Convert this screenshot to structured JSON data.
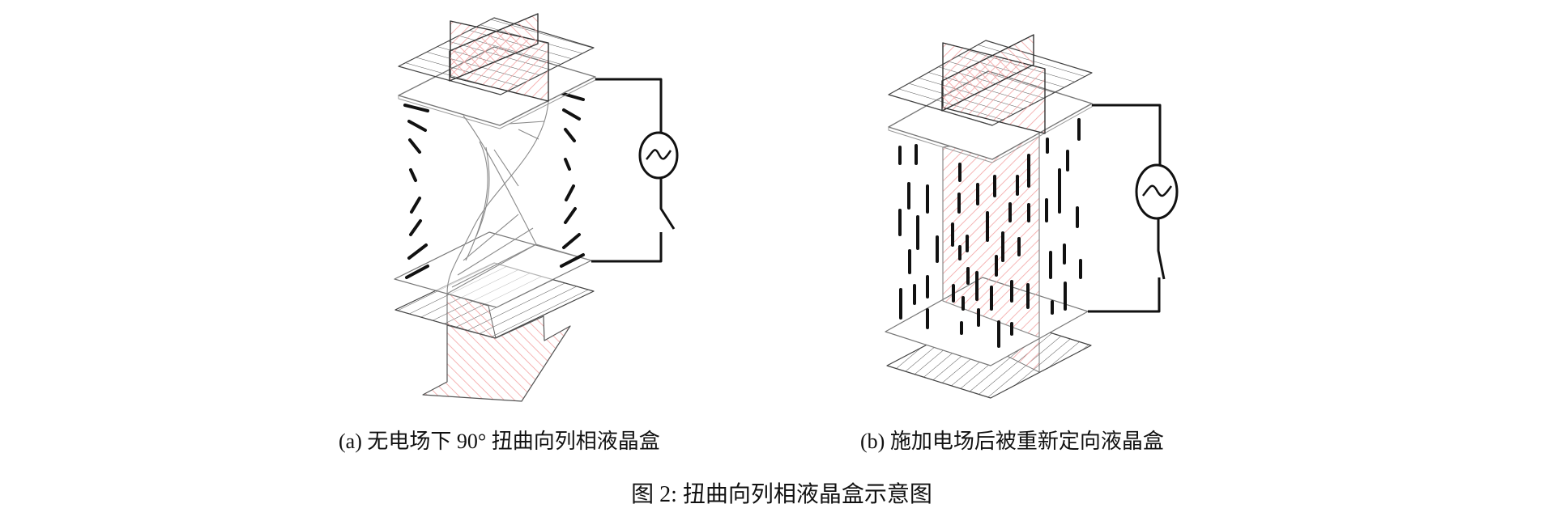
{
  "figure": {
    "subfigure_a": {
      "caption": "(a) 无电场下 90° 扭曲向列相液晶盒"
    },
    "subfigure_b": {
      "caption": "(b) 施加电场后被重新定向液晶盒"
    },
    "caption": "图 2: 扭曲向列相液晶盒示意图"
  },
  "colors": {
    "hatch_red": "#f3a3a3",
    "line_gray": "#8a8a8a",
    "ink": "#111111"
  }
}
